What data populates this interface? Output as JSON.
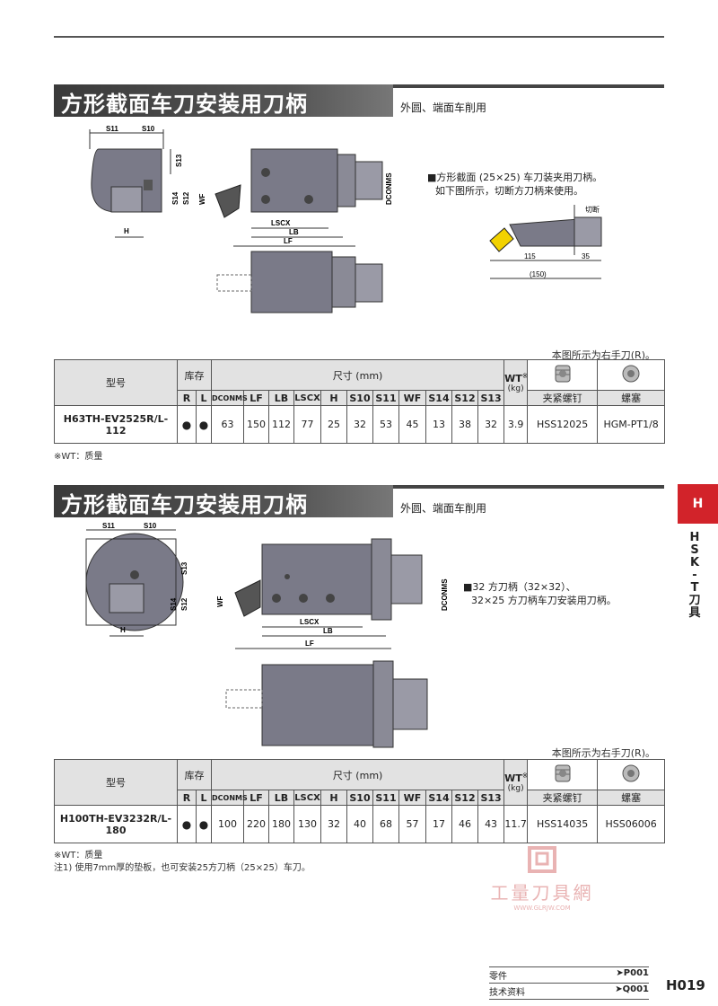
{
  "section1": {
    "title": "方形截面车刀安装用刀柄",
    "subtitle": "外圆、端面车削用",
    "note": [
      "■方形截面 (25×25) 车刀装夹用刀柄。",
      "如下图所示，切断方刀柄来使用。"
    ],
    "diagram_labels": {
      "s11": "S11",
      "s10": "S10",
      "s13": "S13",
      "s14": "S14",
      "s12": "S12",
      "wf": "WF",
      "h": "H",
      "dconms": "DCONMS",
      "lscx": "LSCX",
      "lb": "LB",
      "lf": "LF",
      "cut": "切断",
      "d115": "115",
      "d35": "35",
      "d150": "(150)"
    },
    "caption": "本图所示为右手刀(R)。",
    "table": {
      "model_header": "型号",
      "stock_header": "库存",
      "dim_header": "尺寸 (mm)",
      "wt_header": "WT",
      "wt_mark": "※",
      "wt_unit": "(kg)",
      "clamp_header": "夹紧螺钉",
      "plug_header": "螺塞",
      "cols": [
        "R",
        "L",
        "DCONMS",
        "LF",
        "LB",
        "LSCX",
        "H",
        "S10",
        "S11",
        "WF",
        "S14",
        "S12",
        "S13"
      ],
      "row": {
        "model": "H63TH-EV2525R/L-112",
        "r": "●",
        "l": "●",
        "vals": [
          "63",
          "150",
          "112",
          "77",
          "25",
          "32",
          "53",
          "45",
          "13",
          "38",
          "32"
        ],
        "wt": "3.9",
        "clamp": "HSS12025",
        "plug": "HGM-PT1/8"
      }
    },
    "foot": [
      "※WT：质量"
    ]
  },
  "section2": {
    "title": "方形截面车刀安装用刀柄",
    "subtitle": "外圆、端面车削用",
    "note": [
      "■32 方刀柄（32×32）、",
      "32×25 方刀柄车刀安装用刀柄。"
    ],
    "diagram_labels": {
      "s11": "S11",
      "s10": "S10",
      "s13": "S13",
      "s14": "S14",
      "s12": "S12",
      "wf": "WF",
      "h": "H",
      "dconms": "DCONMS",
      "lscx": "LSCX",
      "lb": "LB",
      "lf": "LF"
    },
    "caption": "本图所示为右手刀(R)。",
    "table": {
      "model_header": "型号",
      "stock_header": "库存",
      "dim_header": "尺寸 (mm)",
      "wt_header": "WT",
      "wt_mark": "※",
      "wt_unit": "(kg)",
      "clamp_header": "夹紧螺钉",
      "plug_header": "螺塞",
      "cols": [
        "R",
        "L",
        "DCONMS",
        "LF",
        "LB",
        "LSCX",
        "H",
        "S10",
        "S11",
        "WF",
        "S14",
        "S12",
        "S13"
      ],
      "row": {
        "model": "H100TH-EV3232R/L-180",
        "r": "●",
        "l": "●",
        "vals": [
          "100",
          "220",
          "180",
          "130",
          "32",
          "40",
          "68",
          "57",
          "17",
          "46",
          "43"
        ],
        "wt": "11.7",
        "clamp": "HSS14035",
        "plug": "HSS06006"
      }
    },
    "foot": [
      "※WT：质量",
      "注1) 使用7mm厚的垫板，也可安装25方刀柄（25×25）车刀。"
    ]
  },
  "side_tab": {
    "letter": "H",
    "vertical": [
      "H",
      "S",
      "K",
      "-",
      "T",
      "刀",
      "具"
    ]
  },
  "watermark": {
    "text": "工量刀具網",
    "url": "WWW.GLRJW.COM"
  },
  "refs": [
    {
      "label": "零件",
      "target": "➤P001"
    },
    {
      "label": "技术资料",
      "target": "➤Q001"
    }
  ],
  "page_number": "H019",
  "colors": {
    "body_gray": "#7a7a88",
    "accent_red": "#d2232a",
    "header_gray": "#e2e2e2"
  }
}
